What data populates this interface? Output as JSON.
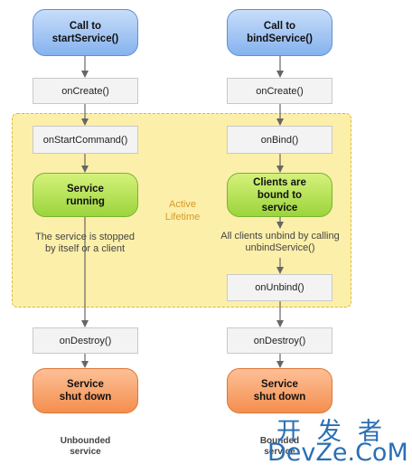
{
  "diagram": {
    "left": {
      "start": "Call to\nstartService()",
      "on_create": "onCreate()",
      "on_start_command": "onStartCommand()",
      "running": "Service\nrunning",
      "stopped_note": "The service is stopped\nby itself or a client",
      "on_destroy": "onDestroy()",
      "shut_down": "Service\nshut down",
      "caption": "Unbounded\nservice"
    },
    "right": {
      "start": "Call to\nbindService()",
      "on_create": "onCreate()",
      "on_bind": "onBind()",
      "bound": "Clients are\nbound to\nservice",
      "unbind_note": "All clients unbind by calling\nunbindService()",
      "on_unbind": "onUnbind()",
      "on_destroy": "onDestroy()",
      "shut_down": "Service\nshut down",
      "caption": "Bounded\nservice"
    },
    "active_lifetime": "Active\nLifetime"
  },
  "watermark": {
    "chinese": "开发者",
    "latin": "DevZe.CoM"
  },
  "colors": {
    "start_nodes": "#86b2ee",
    "running_nodes": "#9cd43c",
    "end_nodes": "#f48e4f",
    "lifetime_region": "#fcefaa",
    "watermark": "#2a6fb4"
  }
}
